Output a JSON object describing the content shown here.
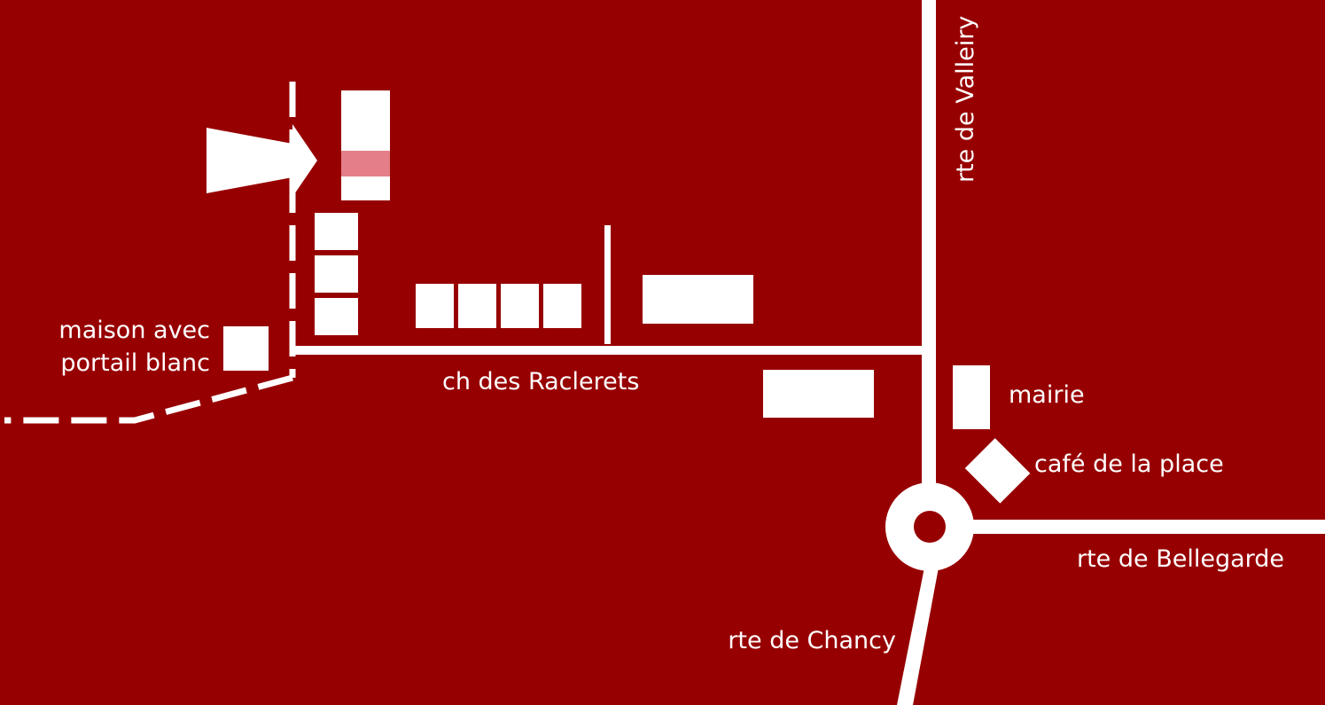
{
  "map": {
    "background_color": "#970000",
    "road_color": "#ffffff",
    "highlight_color": "#e47f8a",
    "labels": {
      "house_line1": "maison avec",
      "house_line2": "portail blanc",
      "street_main": "ch des Raclerets",
      "road_north": "rte de Valleiry",
      "town_hall": "mairie",
      "cafe": "café de la place",
      "road_east": "rte de Bellegarde",
      "road_south": "rte de Chancy"
    },
    "icons": {
      "direction_marker": "arrow-right-icon"
    }
  }
}
